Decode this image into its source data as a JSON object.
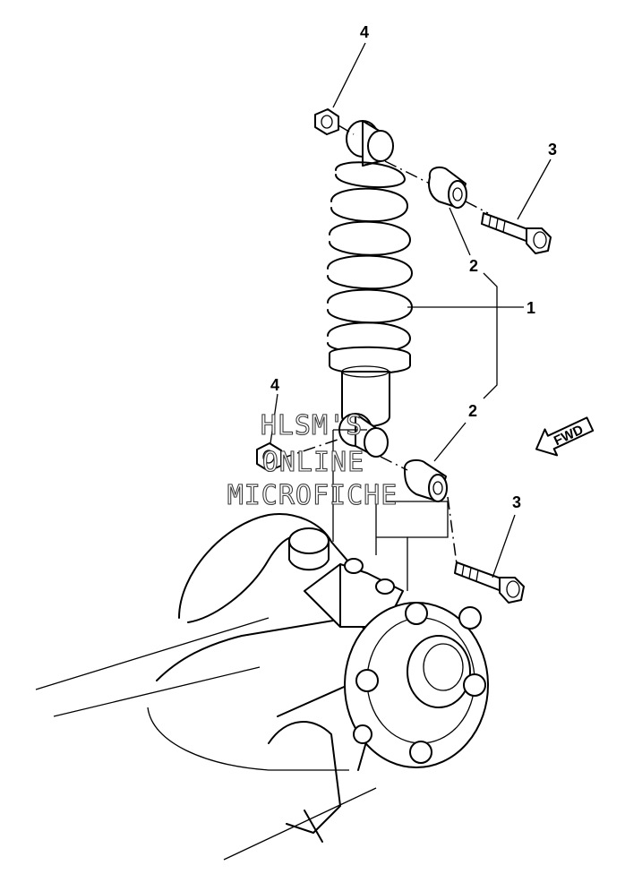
{
  "callouts": [
    {
      "id": "shock-absorber",
      "label": "1"
    },
    {
      "id": "bushing-upper",
      "label": "2"
    },
    {
      "id": "bushing-lower",
      "label": "2"
    },
    {
      "id": "bolt-upper",
      "label": "3"
    },
    {
      "id": "bolt-lower",
      "label": "3"
    },
    {
      "id": "nut-upper",
      "label": "4"
    },
    {
      "id": "nut-lower",
      "label": "4"
    }
  ],
  "direction_arrow": {
    "label": "FWD"
  },
  "watermark": {
    "lines": [
      "HLSM'S",
      "ONLINE",
      "MICROFICHE"
    ]
  }
}
